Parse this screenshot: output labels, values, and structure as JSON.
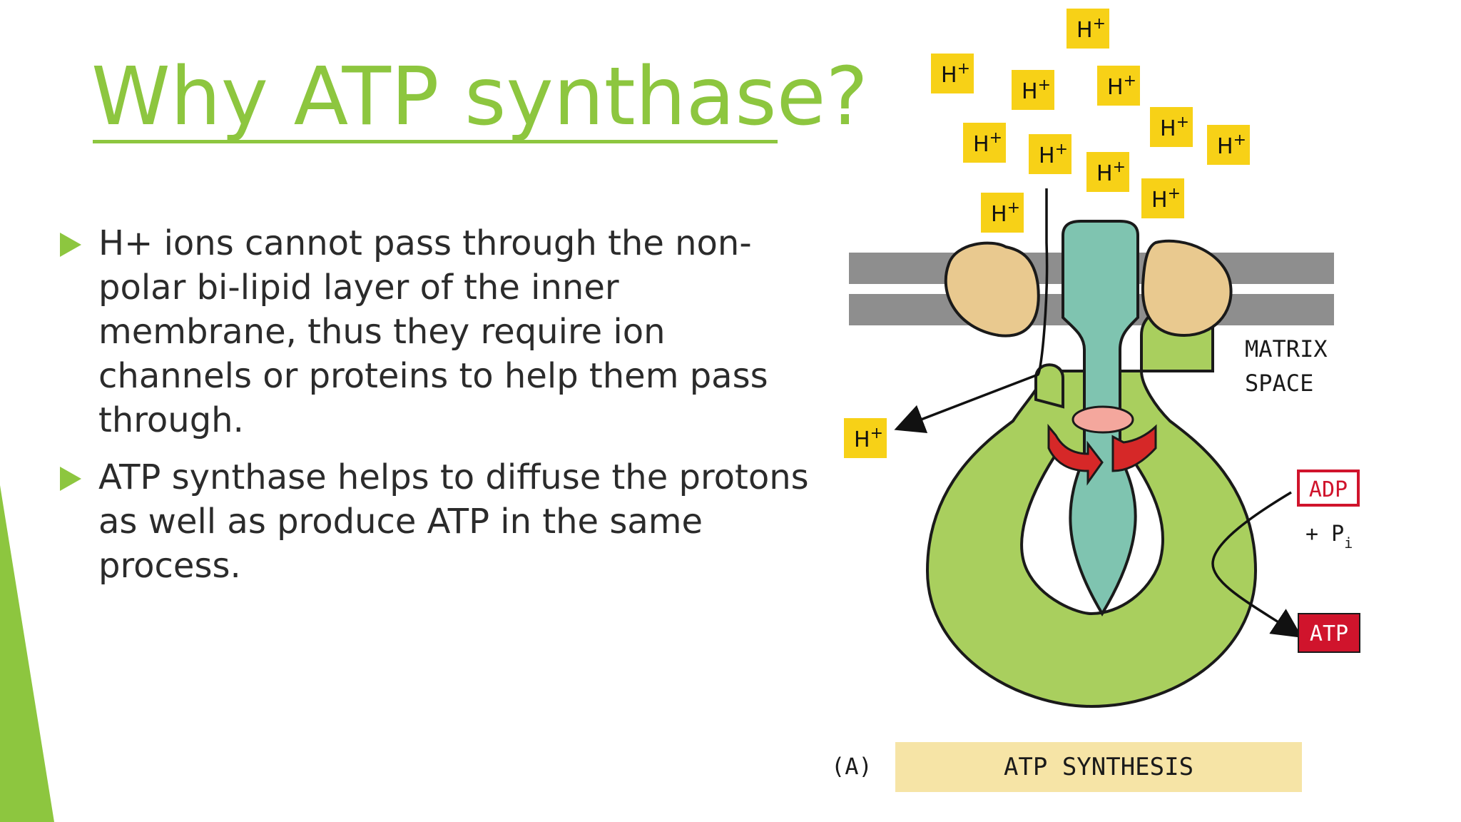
{
  "slide": {
    "title": "Why ATP synthase?",
    "accent_color": "#8dc63f",
    "bullets": [
      "H+ ions cannot pass through the non-polar bi-lipid layer of the inner membrane, thus they require ion channels or proteins to help them pass through.",
      "ATP synthase helps to diffuse the protons as well as produce ATP in the same process."
    ]
  },
  "diagram": {
    "hydrogen_ion_label": "H",
    "hydrogen_ion_charge": "+",
    "matrix_label_line1": "MATRIX",
    "matrix_label_line2": "SPACE",
    "adp_label": "ADP",
    "pi_label_prefix": "+ P",
    "pi_label_subscript": "i",
    "atp_label": "ATP",
    "panel_label": "(A)",
    "caption": "ATP SYNTHESIS",
    "colors": {
      "h_ion_fill": "#f7d117",
      "stator": "#e9c98f",
      "rotor_stalk": "#7fc4b0",
      "f1_head": "#a9cf5e",
      "membrane": "#8e8e8e",
      "rotation_arrow": "#d62828",
      "atp_box": "#d0142c",
      "caption_band": "#f6e4a6"
    }
  }
}
